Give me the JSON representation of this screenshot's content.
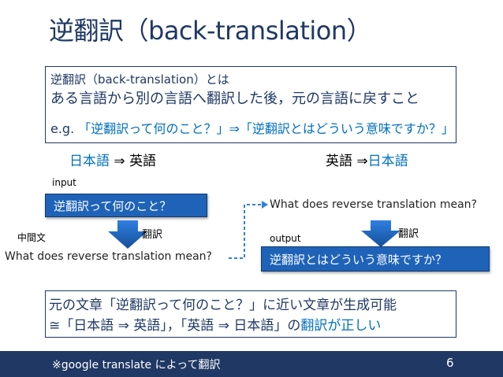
{
  "title": "逆翻訳（back-translation）",
  "definition": {
    "heading": "逆翻訳（back-translation）とは",
    "body": "ある言語から別の言語へ翻訳した後，元の言語に戻すこと",
    "example_prefix": "e.g. ",
    "example_text": "「逆翻訳って何のこと？」⇒「逆翻訳とはどういう意味ですか？」"
  },
  "direction_left": {
    "from": "日本語",
    "arrow": " ⇒ ",
    "to": "英語"
  },
  "direction_right": {
    "from": "英語",
    "arrow": " ⇒",
    "to": "日本語"
  },
  "flow": {
    "input_label": "input",
    "input_text": "逆翻訳って何のこと？",
    "translate_label_1": "翻訳",
    "intermediate_label": "中間文",
    "intermediate_text": "What does reverse translation mean?",
    "intermediate_text_2": "What does reverse translation mean?",
    "translate_label_2": "翻訳",
    "output_label": "output",
    "output_text": "逆翻訳とはどういう意味ですか？"
  },
  "conclusion": {
    "line1": "元の文章「逆翻訳って何のこと？」に近い文章が生成可能",
    "line2_prefix": "≅「日本語 ⇒ 英語」，「英語 ⇒ 日本語」の",
    "line2_highlight": "翻訳が正しい"
  },
  "footer": {
    "note": "※google translate によって翻訳",
    "page": "6"
  },
  "colors": {
    "accent": "#1f63b8",
    "navy": "#1f3864",
    "highlight": "#0070c0"
  }
}
